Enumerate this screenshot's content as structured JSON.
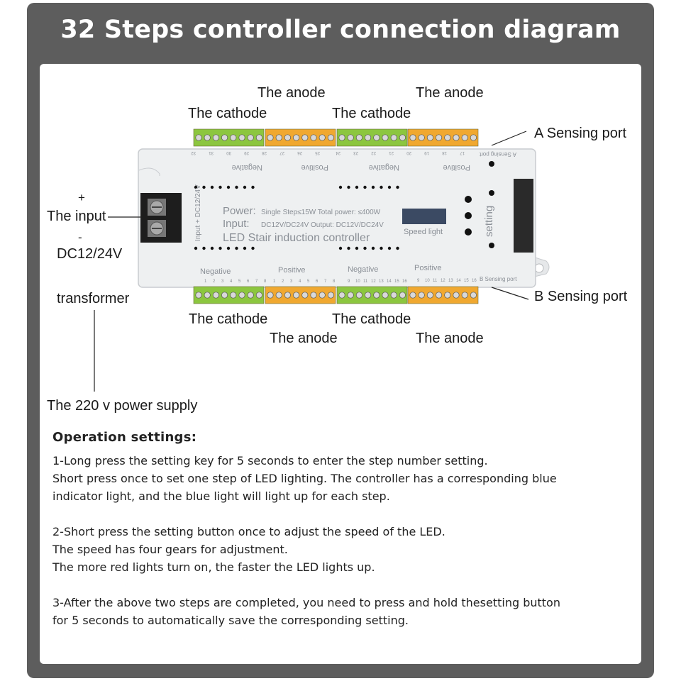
{
  "title": "32 Steps controller connection diagram",
  "labels": {
    "anode_top_left": "The anode",
    "anode_top_right": "The anode",
    "cathode_top_left": "The cathode",
    "cathode_top_right": "The cathode",
    "a_sensing_port": "A Sensing port",
    "b_sensing_port": "B Sensing port",
    "cathode_bottom_left": "The cathode",
    "cathode_bottom_right": "The cathode",
    "anode_bottom_left": "The anode",
    "anode_bottom_right": "The anode",
    "plus": "+",
    "the_input": "The input",
    "minus": "-",
    "dc_voltage": "DC12/24V",
    "transformer": "transformer",
    "power_supply": "The 220 v power supply"
  },
  "device": {
    "power_line": "Power:",
    "power_detail": "Single Step≤15W Total power: ≤400W",
    "input_line": "Input:",
    "input_detail": "DC12V/DC24V Output: DC12V/DC24V",
    "name": "LED Stair induction controller",
    "speed_light": "Speed light",
    "setting": "setting",
    "input_side": "Input + DC12/24V",
    "negative": "Negative",
    "positive": "Positive",
    "a_port_small": "A Sensing port",
    "b_port_small": "B Sensing port",
    "bottom_numbers": [
      "1",
      "2",
      "3",
      "4",
      "5",
      "6",
      "7",
      "8",
      "9",
      "10",
      "11",
      "12",
      "13",
      "14",
      "15",
      "16"
    ],
    "top_numbers": [
      "32",
      "31",
      "30",
      "29",
      "28",
      "27",
      "26",
      "25",
      "24",
      "23",
      "22",
      "21",
      "20",
      "19",
      "18",
      "17"
    ]
  },
  "colors": {
    "frame": "#5d5d5d",
    "green_terminal": "#8cc63f",
    "orange_terminal": "#f0a830",
    "device_body": "#eef0f1"
  },
  "operation": {
    "heading": "Operation settings:",
    "lines": [
      "1-Long press the setting key for 5 seconds to enter the step number setting.",
      "Short press once to set one step of LED lighting. The controller has a corresponding blue",
      "indicator light, and the blue light will light up for each step.",
      "2-Short press the setting button once to adjust the speed of the LED.",
      "The speed has four gears for adjustment.",
      "The more red lights turn on, the faster the LED lights up.",
      "3-After the above two steps are completed, you need to press and hold thesetting button",
      "for 5 seconds to automatically save the corresponding setting."
    ]
  }
}
